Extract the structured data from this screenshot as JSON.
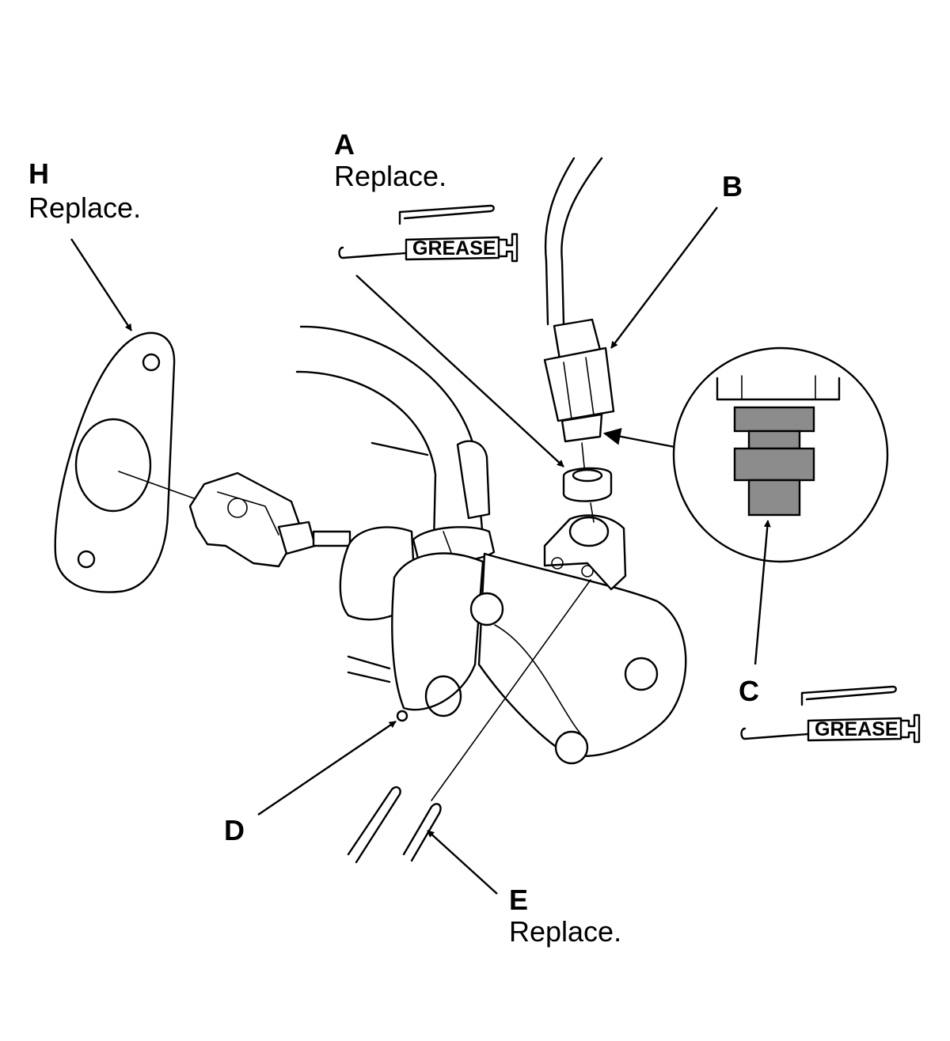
{
  "callouts": {
    "A": {
      "letter": "A",
      "note": "Replace.",
      "grease": "GREASE"
    },
    "B": {
      "letter": "B"
    },
    "C": {
      "letter": "C",
      "grease": "GREASE"
    },
    "D": {
      "letter": "D"
    },
    "E": {
      "letter": "E",
      "note": "Replace."
    },
    "H": {
      "letter": "H",
      "note": "Replace."
    }
  },
  "colors": {
    "line": "#000000",
    "shade": "#8c8c8c",
    "background": "#ffffff"
  },
  "icons": [
    "grease-gun-icon"
  ]
}
